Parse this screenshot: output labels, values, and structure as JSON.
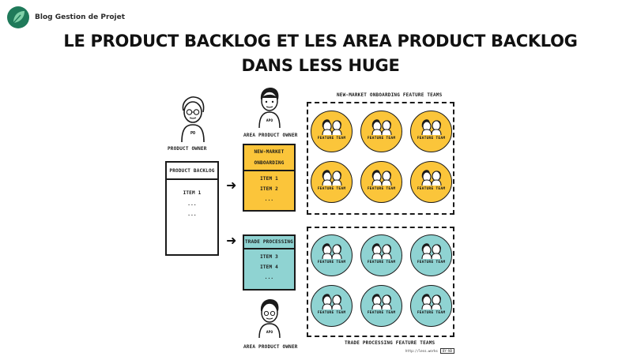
{
  "brand": {
    "name": "Blog Gestion de Projet",
    "logo_icon": "leaf-logo-icon",
    "logo_color": "#1f7a5a"
  },
  "title": {
    "line1": "LE PRODUCT BACKLOG ET LES AREA PRODUCT BACKLOG",
    "line2": "DANS LESS HUGE"
  },
  "diagram": {
    "product_owner": {
      "label": "PRODUCT OWNER",
      "badge": "PO"
    },
    "product_backlog": {
      "title": "PRODUCT BACKLOG",
      "items": [
        "ITEM 1",
        "...",
        "..."
      ]
    },
    "area_product_owner_top": {
      "label": "AREA PRODUCT OWNER",
      "badge": "APO"
    },
    "area_product_owner_bottom": {
      "label": "AREA PRODUCT OWNER",
      "badge": "APO"
    },
    "area_backlogs": [
      {
        "title_lines": [
          "NEW-MARKET",
          "ONBOARDING"
        ],
        "items": [
          "ITEM 1",
          "ITEM 2",
          "..."
        ],
        "color": "#fbc53a"
      },
      {
        "title_lines": [
          "TRADE PROCESSING"
        ],
        "items": [
          "ITEM 3",
          "ITEM 4",
          "..."
        ],
        "color": "#8fd3d2"
      }
    ],
    "feature_team_groups": [
      {
        "label": "NEW-MARKET ONBOARDING FEATURE TEAMS",
        "teams": [
          "FEATURE TEAM",
          "FEATURE TEAM",
          "FEATURE TEAM",
          "FEATURE TEAM",
          "FEATURE TEAM",
          "FEATURE TEAM"
        ]
      },
      {
        "label": "TRADE PROCESSING FEATURE TEAMS",
        "teams": [
          "FEATURE TEAM",
          "FEATURE TEAM",
          "FEATURE TEAM",
          "FEATURE TEAM",
          "FEATURE TEAM",
          "FEATURE TEAM"
        ]
      }
    ],
    "arrow_icon": "right-arrow-icon",
    "credit": {
      "url": "http://less.works",
      "license": "BY-ND"
    }
  }
}
